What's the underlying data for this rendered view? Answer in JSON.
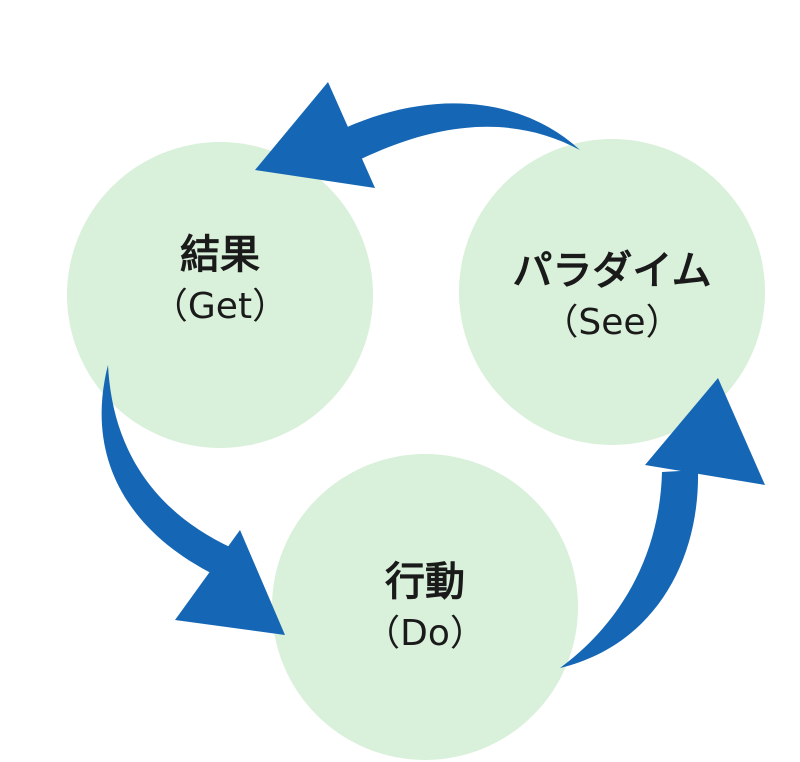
{
  "nodes": [
    {
      "id": "result",
      "title": "結果",
      "subtitle": "（Get）"
    },
    {
      "id": "paradigm",
      "title": "パラダイム",
      "subtitle": "（See）"
    },
    {
      "id": "action",
      "title": "行動",
      "subtitle": "（Do）"
    }
  ],
  "colors": {
    "circle_fill": "#d9f0da",
    "arrow_fill": "#1567b5",
    "text": "#1a1a1a"
  }
}
